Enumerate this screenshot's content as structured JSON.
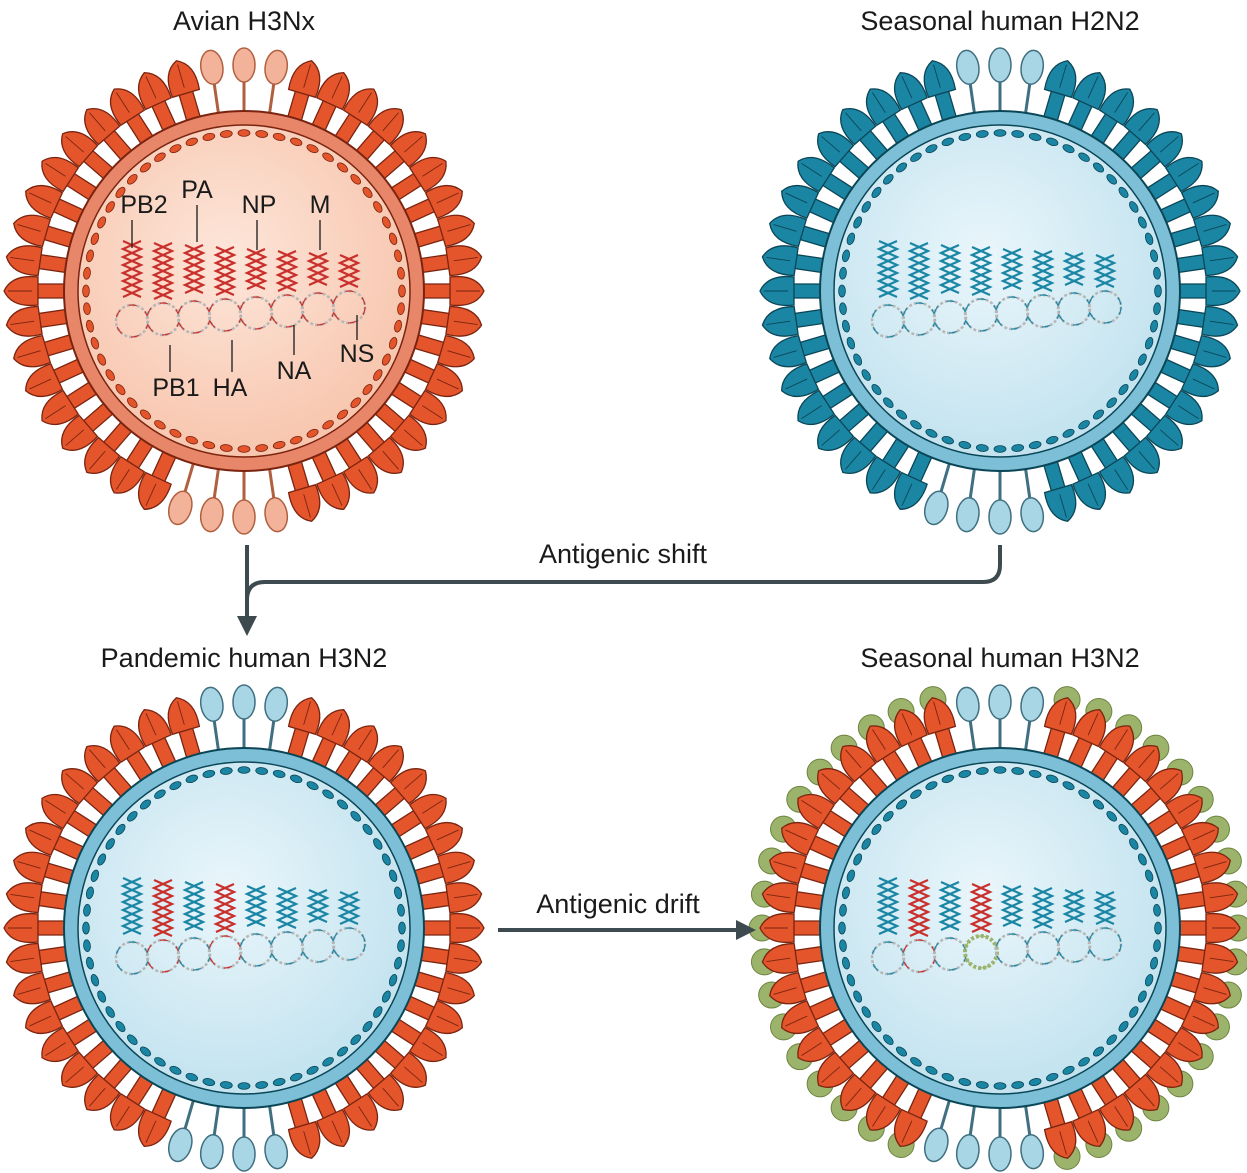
{
  "colors": {
    "avian_spike": "#e4552b",
    "avian_spike_dark": "#7a2410",
    "avian_light_spike": "#f3b39a",
    "avian_core": "#fbd5c2",
    "avian_membrane": "#e8866a",
    "human_spike": "#1a86a4",
    "human_spike_dark": "#0b4657",
    "human_light_spike": "#a9d6e5",
    "human_core": "#d4ecf5",
    "human_membrane": "#7cbfd6",
    "drift_green": "#9bb36a",
    "rna_red": "#c9302c",
    "rna_blue": "#1a86a4",
    "arrow": "#3d4a4f"
  },
  "viruses": [
    {
      "id": "avian",
      "title": "Avian H3Nx",
      "theme": "avian",
      "segments": [
        "red",
        "red",
        "red",
        "red",
        "red",
        "red",
        "red",
        "red"
      ],
      "ha_kind": "avian",
      "na_kind": "avian",
      "drift": false
    },
    {
      "id": "seasonal_h2n2",
      "title": "Seasonal human H2N2",
      "theme": "human",
      "segments": [
        "blue",
        "blue",
        "blue",
        "blue",
        "blue",
        "blue",
        "blue",
        "blue"
      ],
      "ha_kind": "human",
      "na_kind": "human",
      "drift": false
    },
    {
      "id": "pandemic_h3n2",
      "title": "Pandemic human H3N2",
      "theme": "human",
      "segments": [
        "blue",
        "red",
        "blue",
        "red",
        "blue",
        "blue",
        "blue",
        "blue"
      ],
      "ha_kind": "avian",
      "na_kind": "human",
      "drift": false
    },
    {
      "id": "seasonal_h3n2",
      "title": "Seasonal human H3N2",
      "theme": "human",
      "segments": [
        "blue",
        "red",
        "blue",
        "green",
        "blue",
        "blue",
        "blue",
        "blue"
      ],
      "ha_kind": "avian",
      "na_kind": "human",
      "drift": true
    }
  ],
  "segment_labels": {
    "top": [
      "PB2",
      "PA",
      "NP",
      "M"
    ],
    "bottom": [
      "PB1",
      "HA",
      "NA",
      "NS"
    ]
  },
  "arrows": {
    "shift_label": "Antigenic shift",
    "drift_label": "Antigenic drift"
  }
}
